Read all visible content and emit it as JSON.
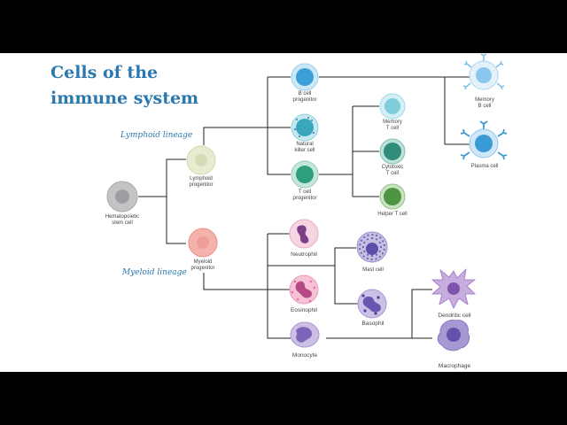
{
  "title": {
    "line1": "Cells of the",
    "line2": "immune system"
  },
  "lineages": {
    "lymphoid": "Lymphoid lineage",
    "myeloid": "Myeloid lineage"
  },
  "cells": {
    "hsc": {
      "line1": "Hematopoietic",
      "line2": "stem cell"
    },
    "lymphoid_progenitor": {
      "line1": "Lymphoid",
      "line2": "progenitor"
    },
    "myeloid_progenitor": {
      "line1": "Myeloid",
      "line2": "progenitor"
    },
    "b_progenitor": {
      "line1": "B cell",
      "line2": "progenitor"
    },
    "nk": {
      "line1": "Natural",
      "line2": "killer cell"
    },
    "t_progenitor": {
      "line1": "T cell",
      "line2": "progenitor"
    },
    "memory_t": {
      "line1": "Memory",
      "line2": "T cell"
    },
    "cytotoxic_t": {
      "line1": "Cytotoxic",
      "line2": "T cell"
    },
    "helper_t": {
      "line1": "Helper T cell"
    },
    "memory_b": {
      "line1": "Memory",
      "line2": "B cell"
    },
    "plasma": {
      "line1": "Plasma cell"
    },
    "neutrophil": {
      "line1": "Neutrophil"
    },
    "eosinophil": {
      "line1": "Eosinophil"
    },
    "monocyte": {
      "line1": "Monocyte"
    },
    "mast": {
      "line1": "Mast cell"
    },
    "basophil": {
      "line1": "Basophil"
    },
    "dendritic": {
      "line1": "Dendritic cell"
    },
    "macrophage": {
      "line1": "Macrophage"
    }
  },
  "colors": {
    "title": "#2b78b0",
    "line": "#222222",
    "hsc": "#b8b8bb",
    "lymphoid_progenitor": "#e1e8c8",
    "myeloid_progenitor": "#f2a9a3",
    "b_cell": "#5ab0de",
    "nk": "#52b3c7",
    "t_progenitor": "#3ea58a",
    "memory_t": "#8dd3df",
    "cytotoxic_t": "#3a9a86",
    "helper_t": "#5a9d4e",
    "neutrophil": "#f2bfd4",
    "eosinophil": "#f0aac6",
    "monocyte": "#b7a6d9",
    "mast": "#a99fcf",
    "basophil": "#b8a9dc",
    "dendritic": "#b796d3",
    "macrophage": "#9c8ccc"
  }
}
